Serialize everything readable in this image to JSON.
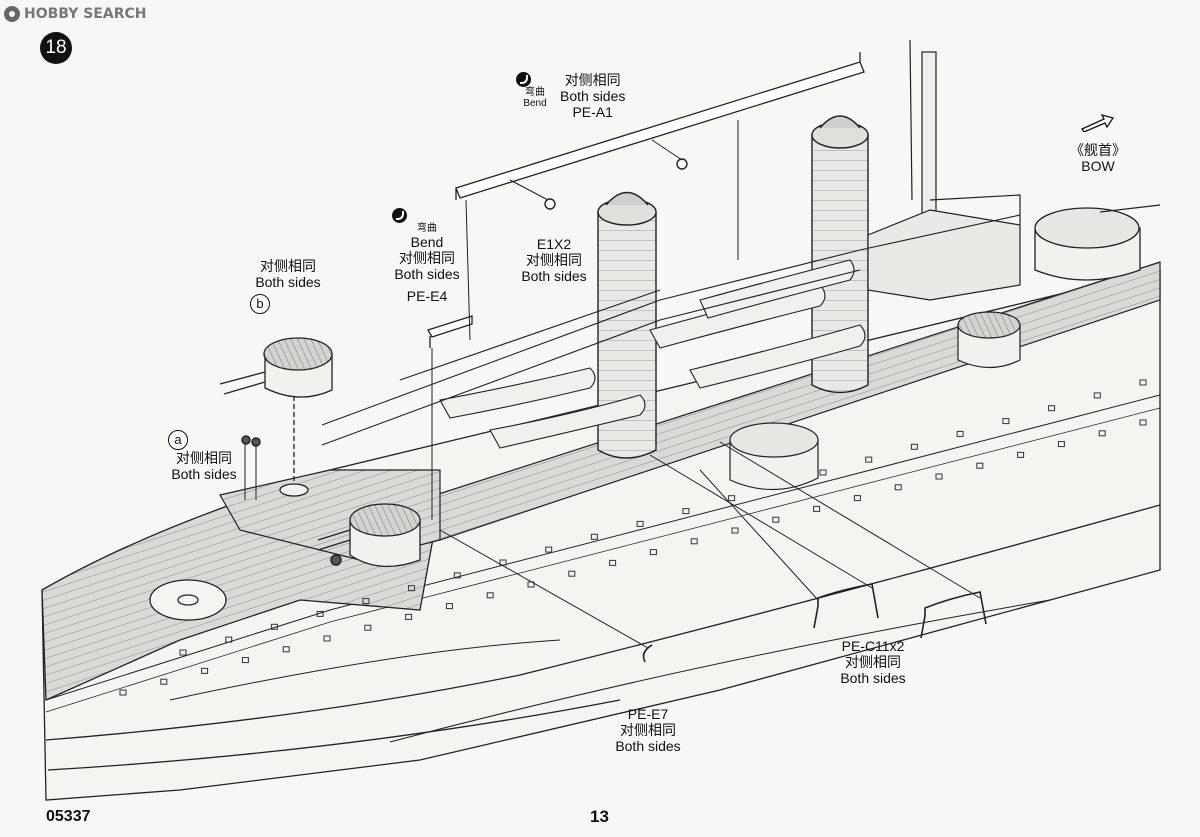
{
  "watermark": {
    "text": "HOBBY SEARCH"
  },
  "step": {
    "number": "18"
  },
  "footer": {
    "product_code": "05337",
    "page_number": "13"
  },
  "bow": {
    "cn": "《舰首》",
    "en": "BOW"
  },
  "labels": {
    "pe_a1": {
      "bend_cn": "弯曲",
      "bend_en": "Bend",
      "cn": "对侧相同",
      "en": "Both sides",
      "part": "PE-A1"
    },
    "pe_e4": {
      "bend_cn": "弯曲",
      "bend_en": "Bend",
      "cn": "对侧相同",
      "en": "Both sides",
      "part": "PE-E4"
    },
    "e1x2": {
      "part": "E1X2",
      "cn": "对侧相同",
      "en": "Both sides"
    },
    "b_turret": {
      "cn": "对侧相同",
      "en": "Both sides",
      "marker": "b"
    },
    "a_mount": {
      "marker": "a",
      "cn": "对侧相同",
      "en": "Both sides"
    },
    "pe_c11": {
      "part": "PE-C11x2",
      "cn": "对侧相同",
      "en": "Both sides"
    },
    "pe_e7": {
      "part": "PE-E7",
      "cn": "对侧相同",
      "en": "Both sides"
    }
  },
  "colors": {
    "ink": "#111111",
    "paper": "#f7f7f5",
    "watermark": "#777777"
  },
  "icons": [
    "bend-icon",
    "bow-arrow-icon",
    "step-number-badge"
  ]
}
